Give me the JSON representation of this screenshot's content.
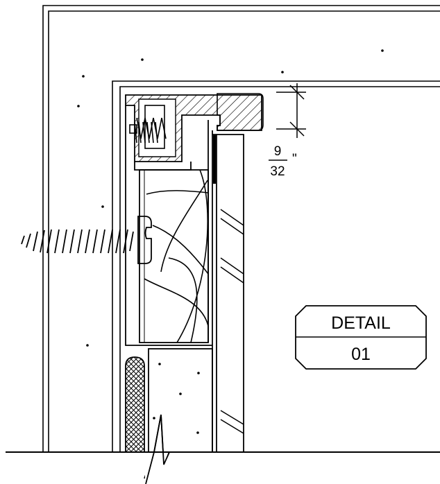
{
  "dimension": {
    "numerator": "9",
    "denominator": "32",
    "unit": "\""
  },
  "detail_tag": {
    "label": "DETAIL",
    "number": "01"
  }
}
